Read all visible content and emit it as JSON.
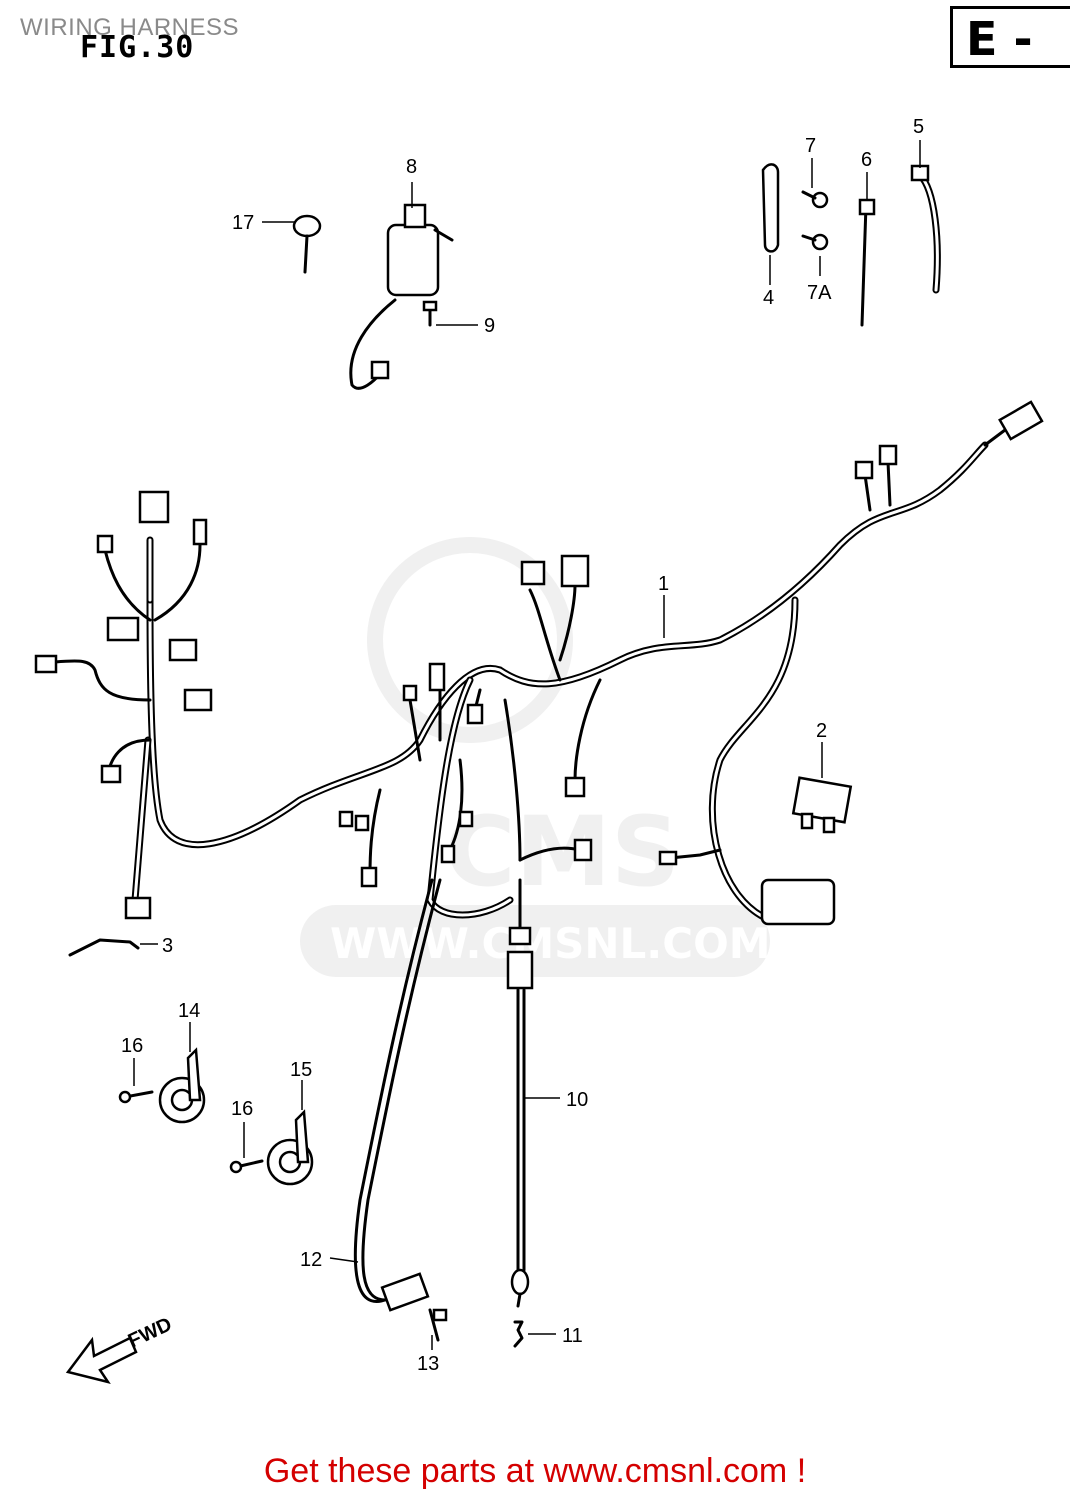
{
  "header": {
    "title": "WIRING HARNESS",
    "figure": "FIG.30",
    "region_code": "E -"
  },
  "callouts": {
    "c1": "1",
    "c2": "2",
    "c3": "3",
    "c4": "4",
    "c5": "5",
    "c6": "6",
    "c7": "7",
    "c7a": "7A",
    "c8": "8",
    "c9": "9",
    "c10": "10",
    "c11": "11",
    "c12": "12",
    "c13": "13",
    "c14": "14",
    "c15": "15",
    "c16a": "16",
    "c16b": "16",
    "c17": "17"
  },
  "direction_label": "FWD",
  "watermark": {
    "text": "WWW.CMSNL.COM",
    "logo": "CMS"
  },
  "footer": {
    "cta": "Get these parts at www.cmsnl.com !"
  },
  "colors": {
    "line": "#000000",
    "title_gray": "#8a8a8a",
    "footer_red": "#d40000",
    "watermark_gray": "#e4e4e4"
  }
}
